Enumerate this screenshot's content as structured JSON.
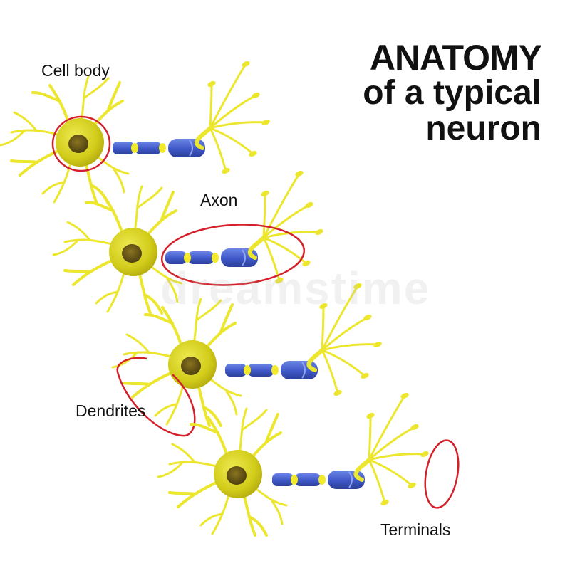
{
  "title": {
    "line1": "ANATOMY",
    "line2": "of a typical",
    "line3": "neuron"
  },
  "labels": {
    "cell_body": "Cell body",
    "axon": "Axon",
    "dendrites": "Dendrites",
    "terminals": "Terminals"
  },
  "watermark": "dreamstime",
  "colors": {
    "soma": "#d2cc1a",
    "dendrite": "#ece72e",
    "nucleus": "#6b5a16",
    "myelin": "#3f58c8",
    "node": "#f2ea2a",
    "highlight": "#d4202a"
  }
}
